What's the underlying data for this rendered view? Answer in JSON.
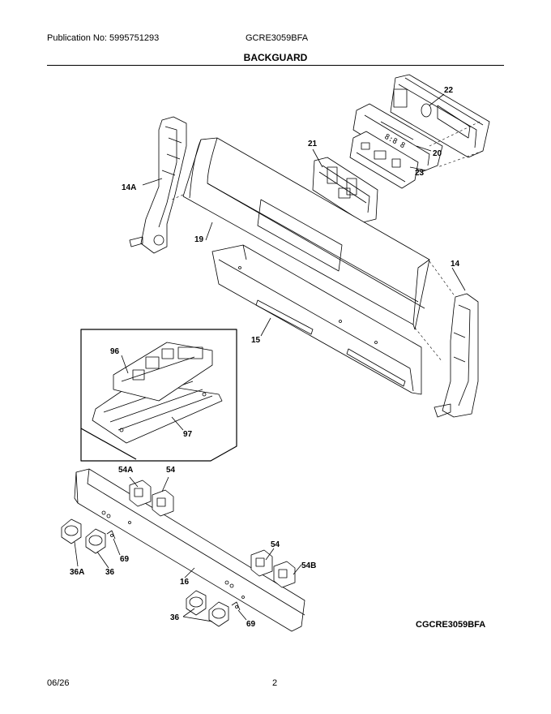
{
  "header": {
    "publication": "Publication No: 5995751293",
    "model": "GCRE3059BFA",
    "title": "BACKGUARD"
  },
  "parts": [
    {
      "label": "22"
    },
    {
      "label": "21"
    },
    {
      "label": "20"
    },
    {
      "label": "23"
    },
    {
      "label": "14A"
    },
    {
      "label": "19"
    },
    {
      "label": "14"
    },
    {
      "label": "15"
    },
    {
      "label": "96"
    },
    {
      "label": "97"
    },
    {
      "label": "54A"
    },
    {
      "label": "54"
    },
    {
      "label": "69"
    },
    {
      "label": "36A"
    },
    {
      "label": "36"
    },
    {
      "label": "16"
    },
    {
      "label": "54"
    },
    {
      "label": "54B"
    },
    {
      "label": "36"
    },
    {
      "label": "69"
    }
  ],
  "diagram_code": "CGCRE3059BFA",
  "footer": {
    "date": "06/26",
    "page": "2"
  }
}
